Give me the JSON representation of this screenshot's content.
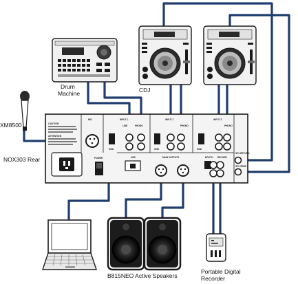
{
  "labels": {
    "drum_machine_line1": "Drum",
    "drum_machine_line2": "Machine",
    "cdj": "CDJ",
    "mic": "XM8500",
    "mixer_rear": "NOX303 Rear",
    "speakers": "B815NEO Active Speakers",
    "recorder_line1": "Portable Digital",
    "recorder_line2": "Recorder"
  },
  "panel": {
    "mic": "MIC",
    "input1": "INPUT 1",
    "line": "LINE",
    "phono": "PHONO",
    "input2": "INPUT 2",
    "input3": "INPUT 3",
    "gnd": "GND",
    "power": "POWER",
    "usb": "USB",
    "main_outputs": "MAIN OUTPUTS",
    "booth": "BOOTH",
    "record": "RECORD",
    "sfx_return": "SFX RETURN",
    "sfx_send": "SFX SEND",
    "caution": "CAUTION",
    "attention": "ATTENTION"
  },
  "colors": {
    "cable": "#1f3d6e",
    "outline": "#1a1a1a",
    "panel": "#f4f4f4",
    "dark": "#2a2a2a"
  }
}
